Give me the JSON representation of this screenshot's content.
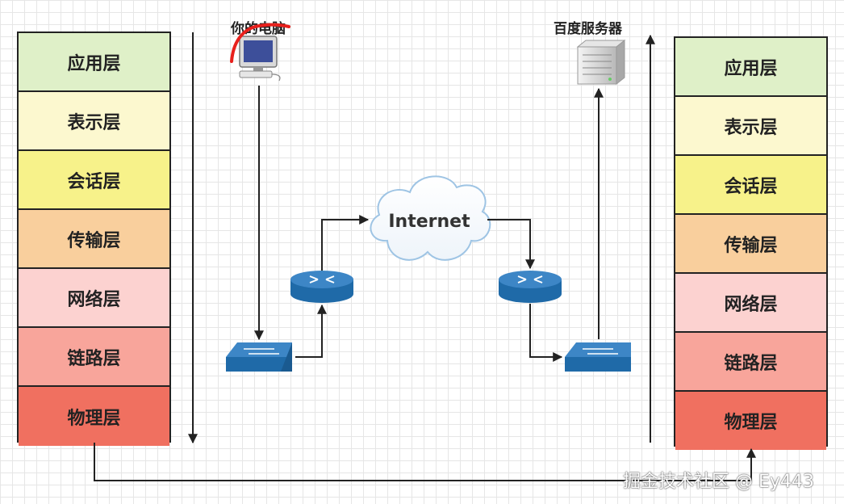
{
  "left_stack": {
    "layers": [
      {
        "label": "应用层",
        "color": "#dff0c8"
      },
      {
        "label": "表示层",
        "color": "#fcf8cf"
      },
      {
        "label": "会话层",
        "color": "#f7f28a"
      },
      {
        "label": "传输层",
        "color": "#f9cf9d"
      },
      {
        "label": "网络层",
        "color": "#fcd2d0"
      },
      {
        "label": "链路层",
        "color": "#f8a59b"
      },
      {
        "label": "物理层",
        "color": "#f07060"
      }
    ]
  },
  "right_stack": {
    "layers": [
      {
        "label": "应用层",
        "color": "#dff0c8"
      },
      {
        "label": "表示层",
        "color": "#fcf8cf"
      },
      {
        "label": "会话层",
        "color": "#f7f28a"
      },
      {
        "label": "传输层",
        "color": "#f9cf9d"
      },
      {
        "label": "网络层",
        "color": "#fcd2d0"
      },
      {
        "label": "链路层",
        "color": "#f8a59b"
      },
      {
        "label": "物理层",
        "color": "#f07060"
      }
    ]
  },
  "labels": {
    "your_computer": "你的电脑",
    "baidu_server": "百度服务器",
    "cloud": "Internet"
  },
  "watermark": "掘金技术社区 @ Ey443",
  "colors": {
    "device_blue": "#1f6aa8",
    "wire": "#222222",
    "annotation_red": "#e8201c"
  }
}
